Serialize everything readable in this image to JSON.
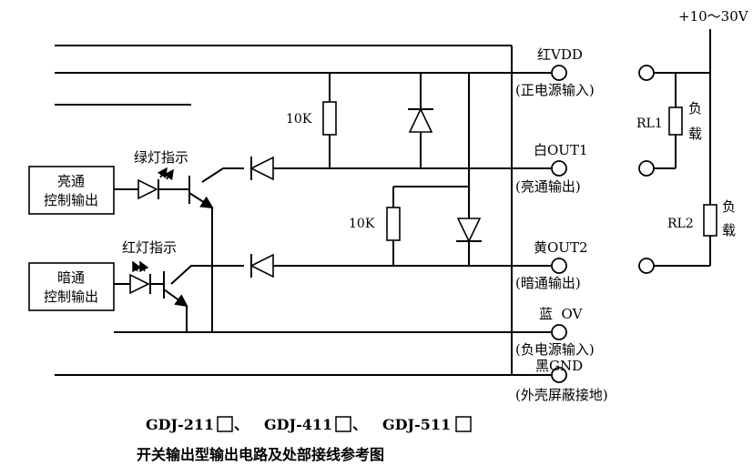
{
  "terminals": {
    "vdd": "红VDD",
    "vdd_desc": "(正电源输入)",
    "out1": "白OUT1",
    "out1_desc": "(亮通输出)",
    "out2": "黄OUT2",
    "out2_desc": "(暗通输出)",
    "ov": "蓝  OV",
    "ov_desc": "(负电源输入)",
    "gnd": "黑GND",
    "gnd_desc": "(外壳屏蔽接地)"
  },
  "supply": "+10～30V",
  "resistors": {
    "r1": "10K",
    "r2": "10K"
  },
  "loads": {
    "rl1": "RL1",
    "rl1_label": [
      "负",
      "载"
    ],
    "rl2": "RL2",
    "rl2_label": [
      "负",
      "载"
    ]
  },
  "blocks": {
    "bright": [
      "亮通",
      "控制输出"
    ],
    "dark": [
      "暗通",
      "控制输出"
    ]
  },
  "leds": {
    "green": "绿灯指示",
    "red": "红灯指示"
  },
  "caption": {
    "models": [
      "GDJ-211",
      "GDJ-411",
      "GDJ-511"
    ],
    "separator": "、",
    "title": "开关输出型输出电路及处部接线参考图"
  }
}
